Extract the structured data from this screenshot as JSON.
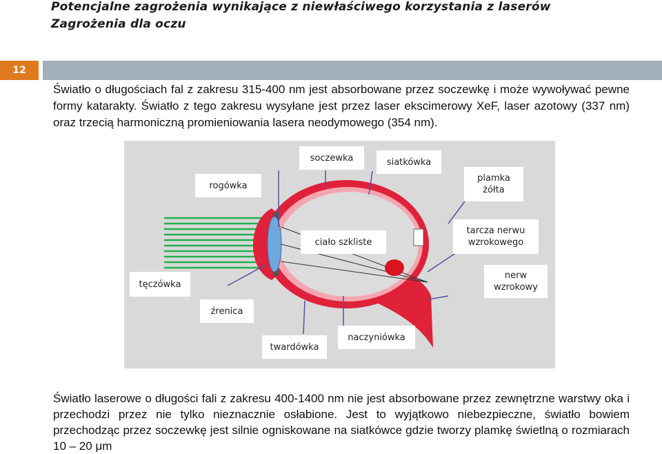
{
  "header": {
    "title": "Potencjalne zagrożenia wynikające z niewłaściwego korzystania z laserów",
    "subtitle": "Zagrożenia dla oczu"
  },
  "page_number": "12",
  "colors": {
    "accent": "#e07a1f",
    "band": "#a3afb9",
    "eye_red": "#e0213a",
    "eye_pink": "#f4a6b0",
    "beams": "#22b14c",
    "arrows": "#5b4ca3"
  },
  "paragraph1": "Światło o długościach fal z zakresu 315-400 nm jest absorbowane przez soczewkę i może wywoływać pewne formy katarakty. Światło z tego zakresu wysyłane jest przez laser ekscimerowy XeF, laser azotowy (337 nm) oraz trzecią harmoniczną promieniowania lasera neodymowego (354 nm).",
  "paragraph2": "Światło laserowe o długości fali z zakresu 400-1400 nm nie jest absorbowane przez zewnętrzne warstwy oka i przechodzi przez nie tylko nieznacznie osłabione. Jest to wyjątkowo niebezpieczne, światło bowiem przechodząc przez soczewkę jest silnie ogniskowane na siatkówce gdzie tworzy plamkę świetlną o rozmiarach 10 – 20 μm",
  "diagram": {
    "labels": {
      "soczewka": "soczewka",
      "siatkowka": "siatkówka",
      "rogowka": "rogówka",
      "plamka": "plamka\nżółta",
      "cialo": "ciało szkliste",
      "tarcza": "tarcza nerwu\nwzrokowego",
      "teczowka": "tęczówka",
      "nerw": "nerw\nwzrokowy",
      "zrenica": "źrenica",
      "twardowka": "twardówka",
      "naczyniowka": "naczyniówka"
    }
  }
}
